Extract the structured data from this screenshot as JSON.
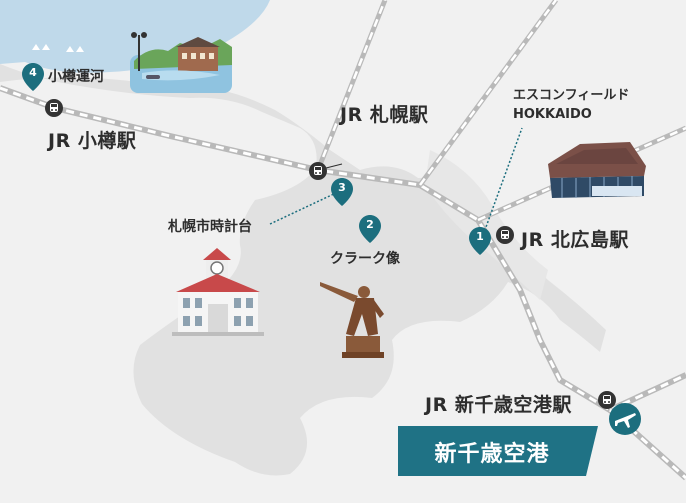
{
  "stations": {
    "otaru": "JR 小樽駅",
    "sapporo": "JR 札幌駅",
    "kitahiroshima": "JR 北広島駅",
    "shinchitose": "JR 新千歳空港駅"
  },
  "spots": {
    "otaru_canal": {
      "num": "4",
      "name": "小樽運河"
    },
    "clock_tower": {
      "num": "3",
      "name": "札幌市時計台"
    },
    "clark_statue": {
      "num": "2",
      "name": "クラーク像"
    },
    "es_con_field": {
      "num": "1",
      "name_line1": "エスコンフィールド",
      "name_line2": "HOKKAIDO"
    }
  },
  "airport": {
    "name": "新千歳空港"
  },
  "colors": {
    "background": "#f1f1f1",
    "land": "#e1e1e1",
    "sea": "#bfd9ea",
    "pin": "#1c6e7e",
    "banner": "#1f7285",
    "text": "#2d2d2d"
  },
  "icons": [
    "train-icon",
    "map-pin-icon",
    "airplane-icon"
  ]
}
